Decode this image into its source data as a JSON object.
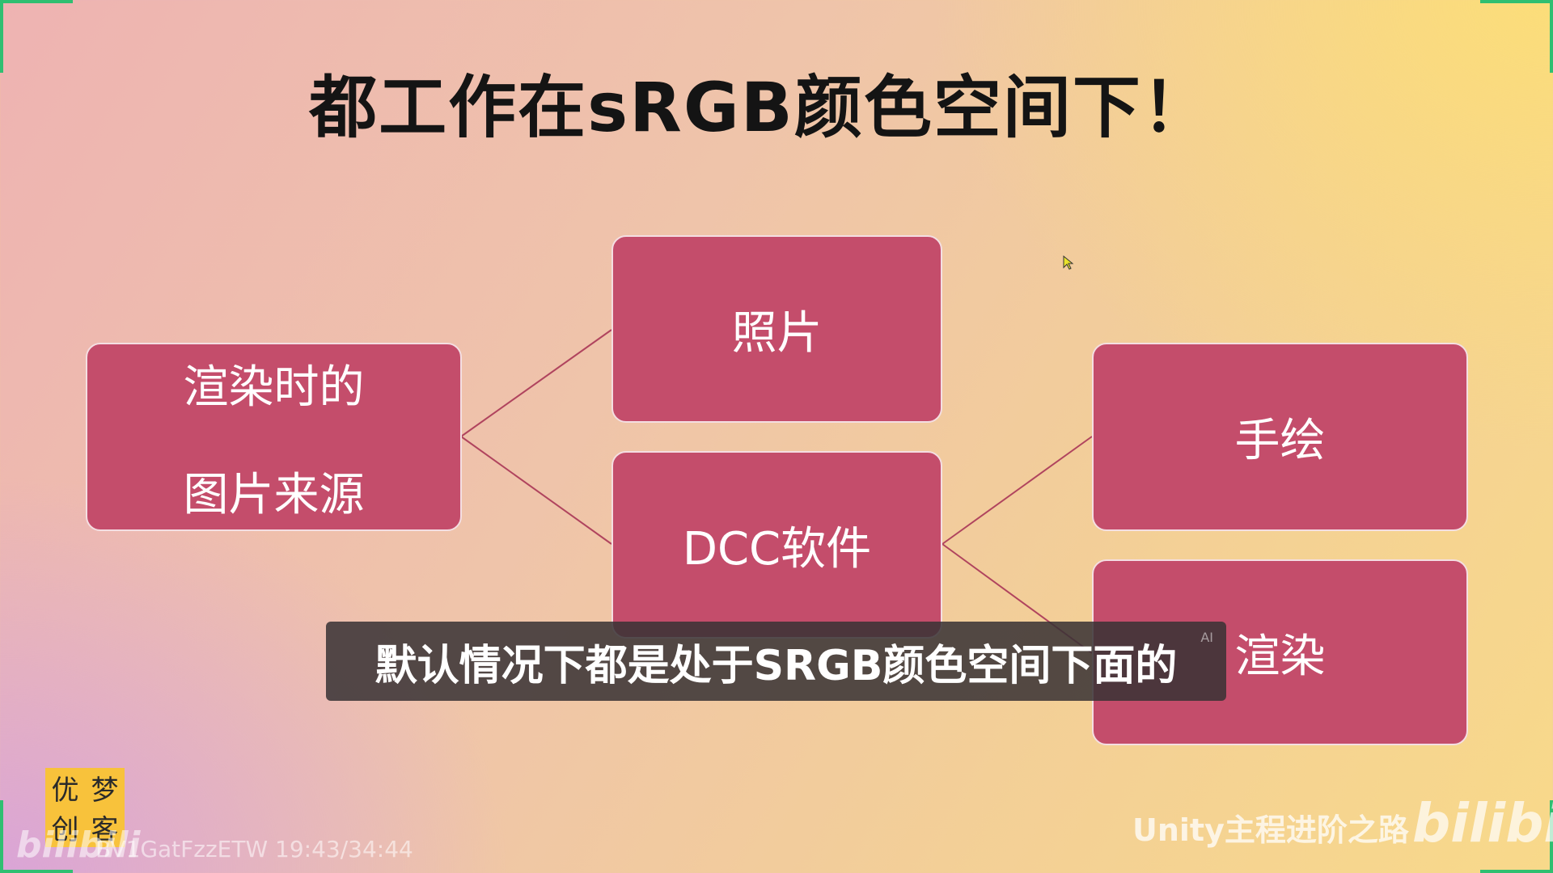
{
  "title": "都工作在sRGB颜色空间下！",
  "diagram": {
    "root": {
      "line1": "渲染时的",
      "line2": "图片来源"
    },
    "level1": [
      "照片",
      "DCC软件"
    ],
    "level2": [
      "手绘",
      "渲染"
    ]
  },
  "subtitle": {
    "text": "默认情况下都是处于SRGB颜色空间下面的",
    "ai_tag": "AI"
  },
  "watermark": {
    "logo_chars": [
      "优",
      "梦",
      "创",
      "客"
    ],
    "site": "bilibili",
    "video_meta": "BV1GatFzzETW 19:43/34:44",
    "channel": "Unity主程进阶之路",
    "bili_logo": "bilibili"
  },
  "colors": {
    "node_fill": "#c44d6b",
    "node_border": "#f4dee2",
    "edge": "#b0445e"
  }
}
